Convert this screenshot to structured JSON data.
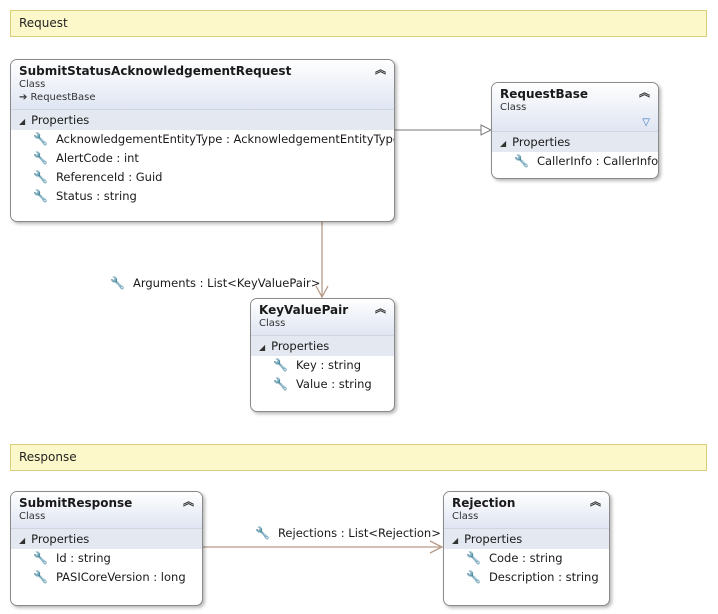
{
  "sections": {
    "request": "Request",
    "response": "Response"
  },
  "components_label": "Properties",
  "icons": {
    "collapse": "double-chevron-up-icon",
    "property": "wrench-icon",
    "filter": "filter-icon"
  },
  "colors": {
    "section_bg": "#fdf8c9",
    "header_gradient_end": "#dfe5f2",
    "association_line": "#b79a88",
    "inheritance_line": "#7a7a7a"
  },
  "classes": {
    "submit_status_ack_request": {
      "name": "SubmitStatusAcknowledgementRequest",
      "kind": "Class",
      "base": "➔ RequestBase",
      "properties": [
        "AcknowledgementEntityType : AcknowledgementEntityType",
        "AlertCode : int",
        "ReferenceId : Guid",
        "Status : string"
      ]
    },
    "request_base": {
      "name": "RequestBase",
      "kind": "Class",
      "properties": [
        "CallerInfo : CallerInfo"
      ]
    },
    "key_value_pair": {
      "name": "KeyValuePair",
      "kind": "Class",
      "properties": [
        "Key : string",
        "Value : string"
      ]
    },
    "submit_response": {
      "name": "SubmitResponse",
      "kind": "Class",
      "properties": [
        "Id : string",
        "PASICoreVersion : long"
      ]
    },
    "rejection": {
      "name": "Rejection",
      "kind": "Class",
      "properties": [
        "Code : string",
        "Description : string"
      ]
    }
  },
  "associations": {
    "arguments": "Arguments : List<KeyValuePair>",
    "rejections": "Rejections : List<Rejection>"
  }
}
